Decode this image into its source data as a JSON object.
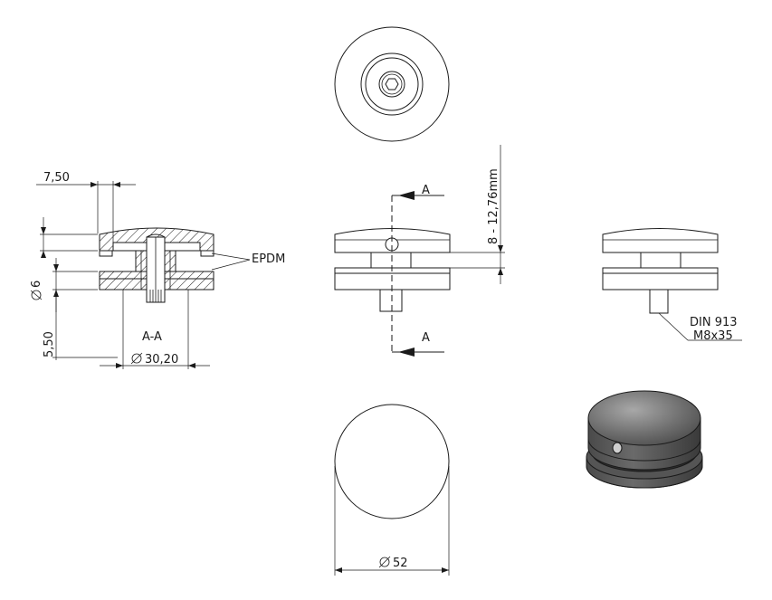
{
  "labels": {
    "dim_7_50": "7,50",
    "dim_dia6": "6",
    "dim_5_50": "5,50",
    "dim_dia30_20": "30,20",
    "section_name": "A-A",
    "epdm": "EPDM",
    "section_mark_top": "A",
    "section_mark_bottom": "A",
    "dim_8_12_76": "8 - 12,76mm",
    "din_line1": "DIN 913",
    "din_line2": "M8x35",
    "dim_dia52": "52"
  },
  "colors": {
    "line": "#1a1a1a",
    "iso_body": "#5f5f5f",
    "iso_dark": "#3e3e3e",
    "iso_highlight": "#9a9a9a"
  },
  "icons": {
    "diameter_symbol": "diameter-symbol-icon",
    "section_arrow": "section-arrow-icon"
  }
}
